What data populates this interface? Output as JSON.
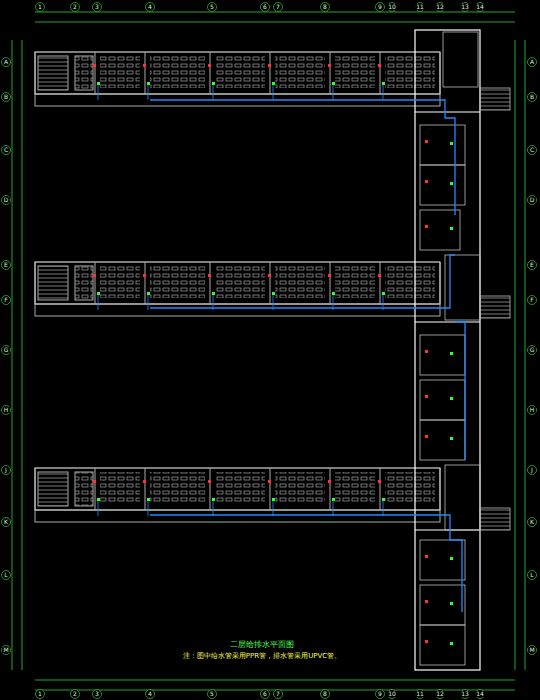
{
  "diagram": {
    "title": "二层给排水平面图",
    "caption": "注：图中给水管采用PPR管，排水管采用UPVC管。",
    "labels": [
      "1",
      "2",
      "3",
      "4",
      "5",
      "6",
      "7",
      "8",
      "9",
      "10",
      "11",
      "12",
      "13",
      "14",
      "1",
      "2",
      "3",
      "4",
      "5",
      "6",
      "7",
      "8",
      "9",
      "10",
      "11",
      "12",
      "13",
      "14",
      "A",
      "B",
      "C",
      "D",
      "E",
      "F",
      "G",
      "H",
      "J",
      "K",
      "L",
      "M",
      "A",
      "B",
      "C",
      "D",
      "E",
      "F",
      "G",
      "H",
      "J",
      "K",
      "L",
      "M"
    ]
  }
}
